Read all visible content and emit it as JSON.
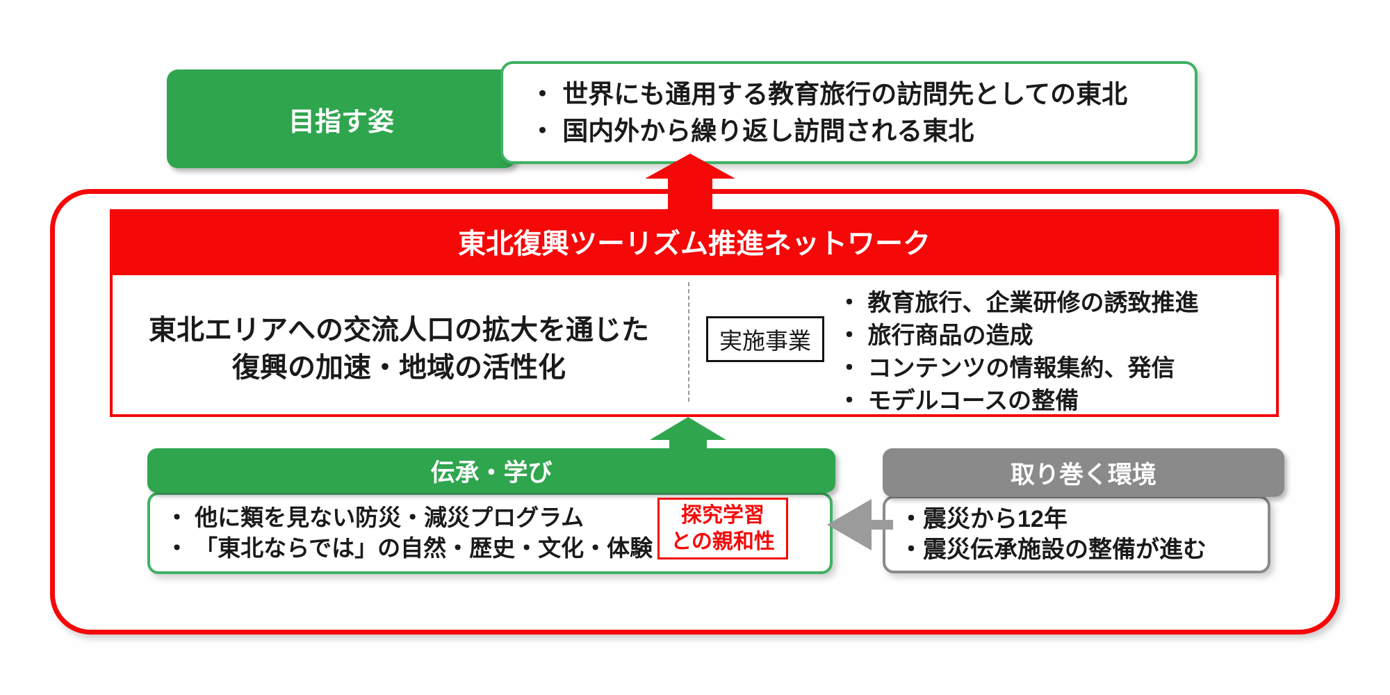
{
  "colors": {
    "green": "#2fa54e",
    "green_border": "#3fb264",
    "red": "#f50808",
    "gray": "#8a8a8a",
    "arrow_gray": "#9b9b9b"
  },
  "goal": {
    "label": "目指す姿",
    "items": [
      "・ 世界にも通用する教育旅行の訪問先としての東北",
      "・ 国内外から繰り返し訪問される東北"
    ]
  },
  "network": {
    "title": "東北復興ツーリズム推進ネットワーク",
    "purpose_line1": "東北エリアへの交流人口の拡大を通じた",
    "purpose_line2": "復興の加速・地域の活性化",
    "projects_label": "実施事業",
    "projects": [
      "・ 教育旅行、企業研修の誘致推進",
      "・ 旅行商品の造成",
      "・ コンテンツの情報集約、発信",
      "・ モデルコースの整備"
    ]
  },
  "learning": {
    "header": "伝承・学び",
    "items": [
      "・ 他に類を見ない防災・減災プログラム",
      "・ 「東北ならでは」の自然・歴史・文化・体験"
    ],
    "highlight_line1": "探究学習",
    "highlight_line2": "との親和性"
  },
  "environment": {
    "header": "取り巻く環境",
    "items": [
      "・震災から12年",
      "・震災伝承施設の整備が進む"
    ]
  }
}
